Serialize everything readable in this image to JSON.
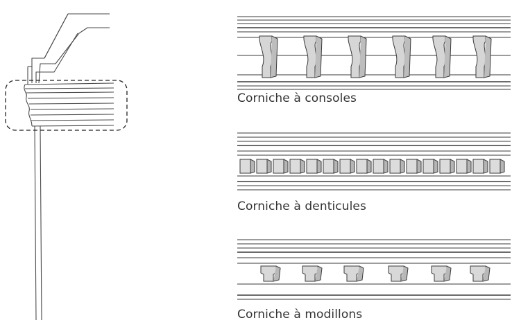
{
  "figure": {
    "captions": {
      "consoles": "Corniche à consoles",
      "denticules": "Corniche à denticules",
      "modillons": "Corniche à modillons"
    },
    "colors": {
      "line": "#3a3a3a",
      "shade": "#c8c8c8",
      "light_shade": "#e6e6e6",
      "caption_text": "#333333"
    },
    "elements": {
      "wall_section": "cornice-wall-section-drawing",
      "highlight": "dashed-cornice-highlight",
      "consoles_panel": "console-cornice-illustration",
      "denticules_panel": "dentil-cornice-illustration",
      "modillons_panel": "modillion-cornice-illustration"
    }
  }
}
